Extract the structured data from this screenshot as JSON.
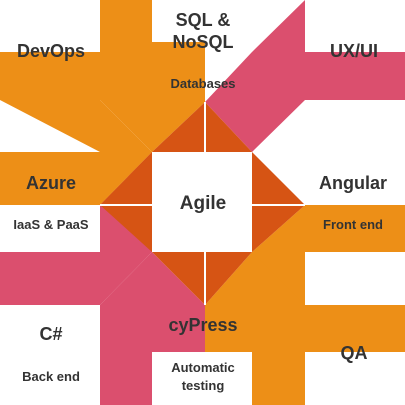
{
  "colors": {
    "orange": "#ED8F17",
    "pink": "#DB4F6E",
    "rust": "#D65414",
    "background": "#FFFFFF",
    "text": "#333333"
  },
  "center_label": "Agile",
  "nodes": {
    "devops": {
      "title": "DevOps",
      "color": "orange"
    },
    "databases": {
      "title_line1": "SQL &",
      "title_line2": "NoSQL",
      "subtitle": "Databases",
      "color": "orange"
    },
    "uxui": {
      "title": "UX/UI",
      "color": "pink"
    },
    "azure": {
      "title": "Azure",
      "subtitle": "IaaS & PaaS",
      "color": "orange"
    },
    "angular": {
      "title": "Angular",
      "subtitle": "Front end",
      "color": "orange"
    },
    "csharp": {
      "title": "C#",
      "subtitle": "Back end",
      "color": "pink"
    },
    "cypress": {
      "title": "cyPress",
      "subtitle_line1": "Automatic",
      "subtitle_line2": "testing",
      "color": "pink"
    },
    "qa": {
      "title": "QA",
      "color": "orange"
    }
  }
}
